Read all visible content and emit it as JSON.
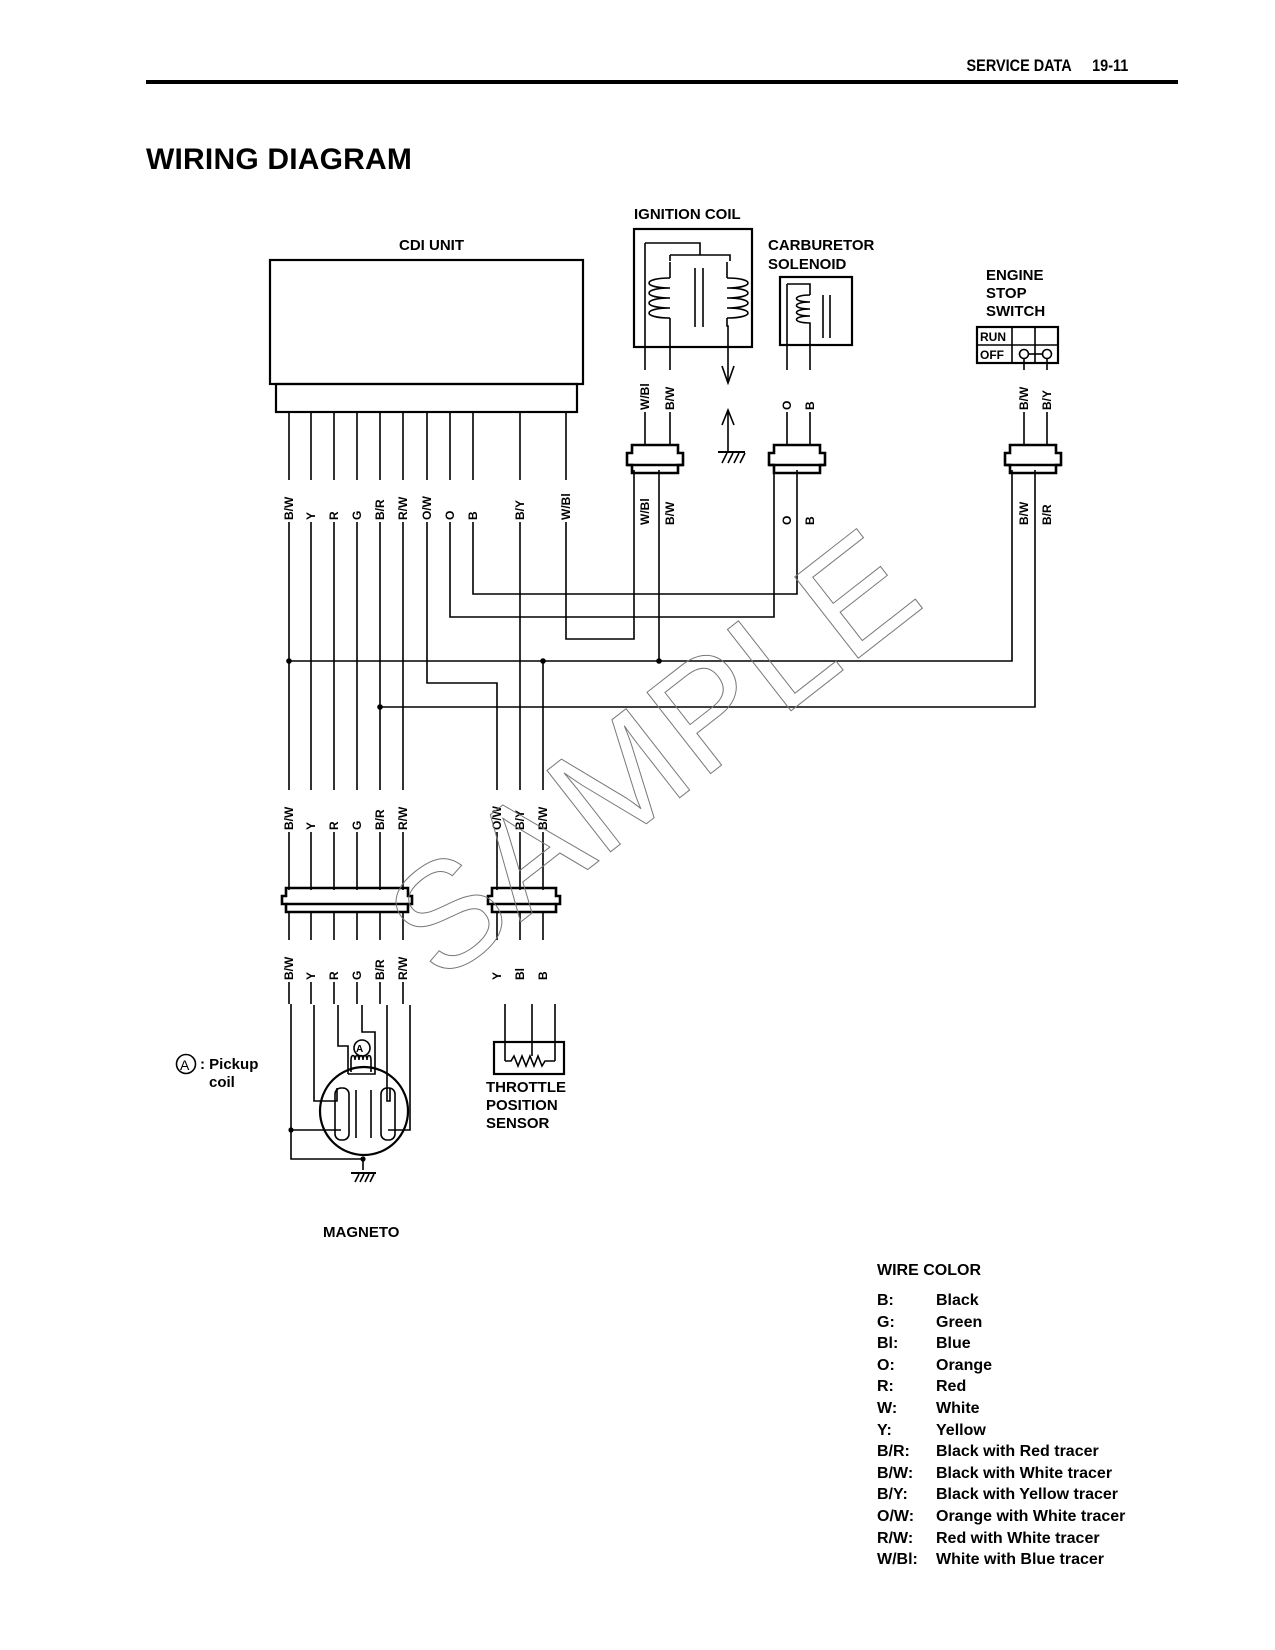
{
  "header": {
    "section": "SERVICE DATA",
    "page": "19-11"
  },
  "title": "WIRING DIAGRAM",
  "components": {
    "cdi_unit": "CDI UNIT",
    "ignition_coil": "IGNITION COIL",
    "carburetor_solenoid": [
      "CARBURETOR",
      "SOLENOID"
    ],
    "engine_stop_switch": [
      "ENGINE",
      "STOP",
      "SWITCH"
    ],
    "switch_positions": [
      "RUN",
      "OFF"
    ],
    "throttle_position_sensor": [
      "THROTTLE",
      "POSITION",
      "SENSOR"
    ],
    "magneto": "MAGNETO",
    "pickup_coil_marker": "A",
    "pickup_coil_note": [
      "Pickup",
      "coil"
    ],
    "watermark": "SAMPLE"
  },
  "wire_labels": {
    "cdi_outputs": [
      "B/W",
      "Y",
      "R",
      "G",
      "B/R",
      "R/W",
      "O/W",
      "O",
      "B",
      "B/Y",
      "W/Bl"
    ],
    "ignition_coil_upper": [
      "W/Bl",
      "B/W"
    ],
    "ignition_coil_lower": [
      "W/Bl",
      "B/W"
    ],
    "solenoid_upper": [
      "O",
      "B"
    ],
    "solenoid_lower": [
      "O",
      "B"
    ],
    "stop_switch_upper": [
      "B/W",
      "B/Y"
    ],
    "stop_switch_lower": [
      "B/W",
      "B/R"
    ],
    "magneto_connector_upper": [
      "B/W",
      "Y",
      "R",
      "G",
      "B/R",
      "R/W"
    ],
    "magneto_connector_lower": [
      "B/W",
      "Y",
      "R",
      "G",
      "B/R",
      "R/W"
    ],
    "tps_connector_upper": [
      "O/W",
      "B/Y",
      "B/W"
    ],
    "tps_connector_lower": [
      "Y",
      "Bl",
      "B"
    ]
  },
  "wire_color_legend": {
    "title": "WIRE COLOR",
    "items": [
      {
        "code": "B:",
        "name": "Black"
      },
      {
        "code": "G:",
        "name": "Green"
      },
      {
        "code": "Bl:",
        "name": "Blue"
      },
      {
        "code": "O:",
        "name": "Orange"
      },
      {
        "code": "R:",
        "name": "Red"
      },
      {
        "code": "W:",
        "name": "White"
      },
      {
        "code": "Y:",
        "name": "Yellow"
      },
      {
        "code": "B/R:",
        "name": "Black with Red tracer"
      },
      {
        "code": "B/W:",
        "name": "Black with White tracer"
      },
      {
        "code": "B/Y:",
        "name": "Black with Yellow tracer"
      },
      {
        "code": "O/W:",
        "name": "Orange with White tracer"
      },
      {
        "code": "R/W:",
        "name": "Red with White tracer"
      },
      {
        "code": "W/Bl:",
        "name": "White with Blue tracer"
      }
    ]
  }
}
